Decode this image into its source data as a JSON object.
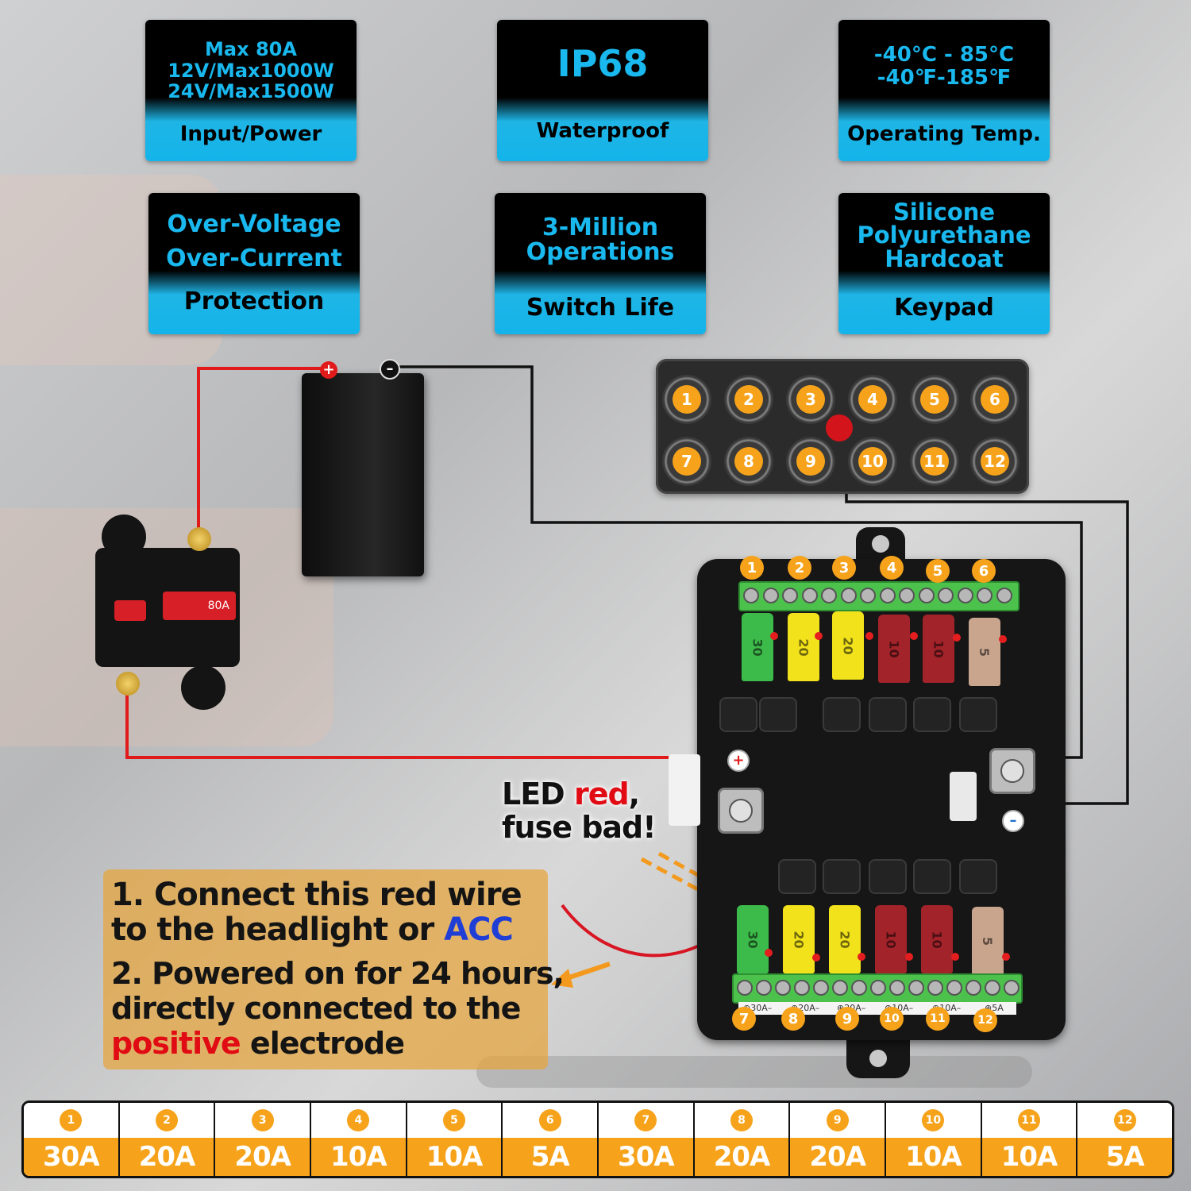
{
  "features": [
    {
      "top": [
        "Max 80A",
        "12V/Max1000W",
        "24V/Max1500W"
      ],
      "bottom": "Input/Power"
    },
    {
      "top": [
        "IP68"
      ],
      "bottom": "Waterproof"
    },
    {
      "top": [
        "-40°C - 85°C",
        "-40℉-185℉"
      ],
      "bottom": "Operating Temp."
    },
    {
      "top": [
        "Over-Voltage",
        "Over-Current"
      ],
      "bottom": "Protection"
    },
    {
      "top": [
        "3-Million",
        "Operations"
      ],
      "bottom": "Switch Life"
    },
    {
      "top": [
        "Silicone",
        "Polyurethane",
        "Hardcoat"
      ],
      "bottom": "Keypad"
    }
  ],
  "keypad": {
    "keys": [
      "1",
      "2",
      "3",
      "4",
      "5",
      "6",
      "7",
      "8",
      "9",
      "10",
      "11",
      "12"
    ]
  },
  "fusebox": {
    "top_numbers": [
      "1",
      "2",
      "3",
      "4",
      "5",
      "6"
    ],
    "bottom_numbers": [
      "7",
      "8",
      "9",
      "10",
      "11",
      "12"
    ],
    "top_fuses": [
      {
        "label": "30",
        "color": "#3dbb4a"
      },
      {
        "label": "20",
        "color": "#f2e21b"
      },
      {
        "label": "20",
        "color": "#f2e21b"
      },
      {
        "label": "10",
        "color": "#a3232a"
      },
      {
        "label": "10",
        "color": "#a3232a"
      },
      {
        "label": "5",
        "color": "#c9a58e"
      }
    ],
    "bottom_fuses": [
      {
        "label": "30",
        "color": "#3dbb4a"
      },
      {
        "label": "20",
        "color": "#f2e21b"
      },
      {
        "label": "20",
        "color": "#f2e21b"
      },
      {
        "label": "10",
        "color": "#a3232a"
      },
      {
        "label": "10",
        "color": "#a3232a"
      },
      {
        "label": "5",
        "color": "#c9a58e"
      }
    ],
    "strip_labels": [
      "⊕30A–",
      "⊕20A–",
      "⊕20A–",
      "⊕10A–",
      "⊕10A–",
      "⊕5A"
    ],
    "plus_mark": "+",
    "minus_mark": "–"
  },
  "battery": {
    "plus": "+",
    "minus": "–"
  },
  "breaker": {
    "rating": "80A"
  },
  "callout": {
    "line1_a": "LED ",
    "line1_b": "red",
    "line1_c": ",",
    "line2": "fuse bad!"
  },
  "instructions": {
    "l1": "1. Connect this red wire",
    "l2_a": "to the headlight or ",
    "l2_b": "ACC",
    "l3": "2. Powered on for 24 hours,",
    "l4": "directly connected to the",
    "l5_a": "positive",
    "l5_b": " electrode"
  },
  "ratings": [
    {
      "n": "1",
      "v": "30A"
    },
    {
      "n": "2",
      "v": "20A"
    },
    {
      "n": "3",
      "v": "20A"
    },
    {
      "n": "4",
      "v": "10A"
    },
    {
      "n": "5",
      "v": "10A"
    },
    {
      "n": "6",
      "v": "5A"
    },
    {
      "n": "7",
      "v": "30A"
    },
    {
      "n": "8",
      "v": "20A"
    },
    {
      "n": "9",
      "v": "20A"
    },
    {
      "n": "10",
      "v": "10A"
    },
    {
      "n": "11",
      "v": "10A"
    },
    {
      "n": "12",
      "v": "5A"
    }
  ],
  "colors": {
    "accent_blue": "#19b8ee",
    "orange": "#f6a31b",
    "wire_red": "#e11b1b",
    "wire_black": "#111111"
  }
}
